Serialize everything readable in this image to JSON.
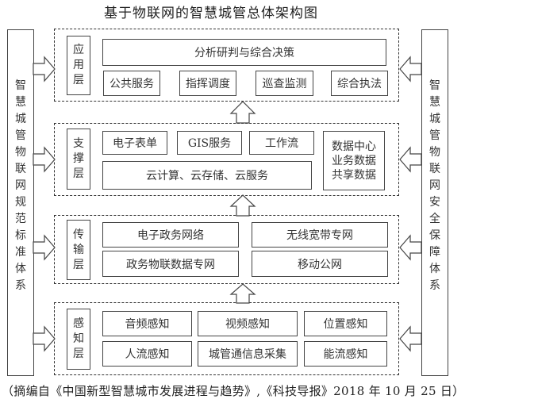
{
  "title": "基于物联网的智慧城管总体架构图",
  "left_pillar": {
    "label": "智慧城管物联网规范标准体系"
  },
  "right_pillar": {
    "label": "智慧城管物联网安全保障体系"
  },
  "layers": {
    "application": {
      "label": "应用层",
      "top_box": "分析研判与综合决策",
      "items": [
        "公共服务",
        "指挥调度",
        "巡查监测",
        "综合执法"
      ]
    },
    "support": {
      "label": "支撑层",
      "items": [
        "电子表单",
        "GIS服务",
        "工作流"
      ],
      "bottom_box": "云计算、云存储、云服务",
      "data_center": [
        "数据中心",
        "业务数据",
        "共享数据"
      ]
    },
    "transport": {
      "label": "传输层",
      "items": [
        "电子政务网络",
        "无线宽带专网",
        "政务物联数据专网",
        "移动公网"
      ]
    },
    "perception": {
      "label": "感知层",
      "items": [
        "音频感知",
        "视频感知",
        "位置感知",
        "人流感知",
        "城管通信息采集",
        "能流感知"
      ]
    }
  },
  "caption": "（摘编自《中国新型智慧城市发展进程与趋势》,《科技导报》2018 年 10 月 25 日）"
}
